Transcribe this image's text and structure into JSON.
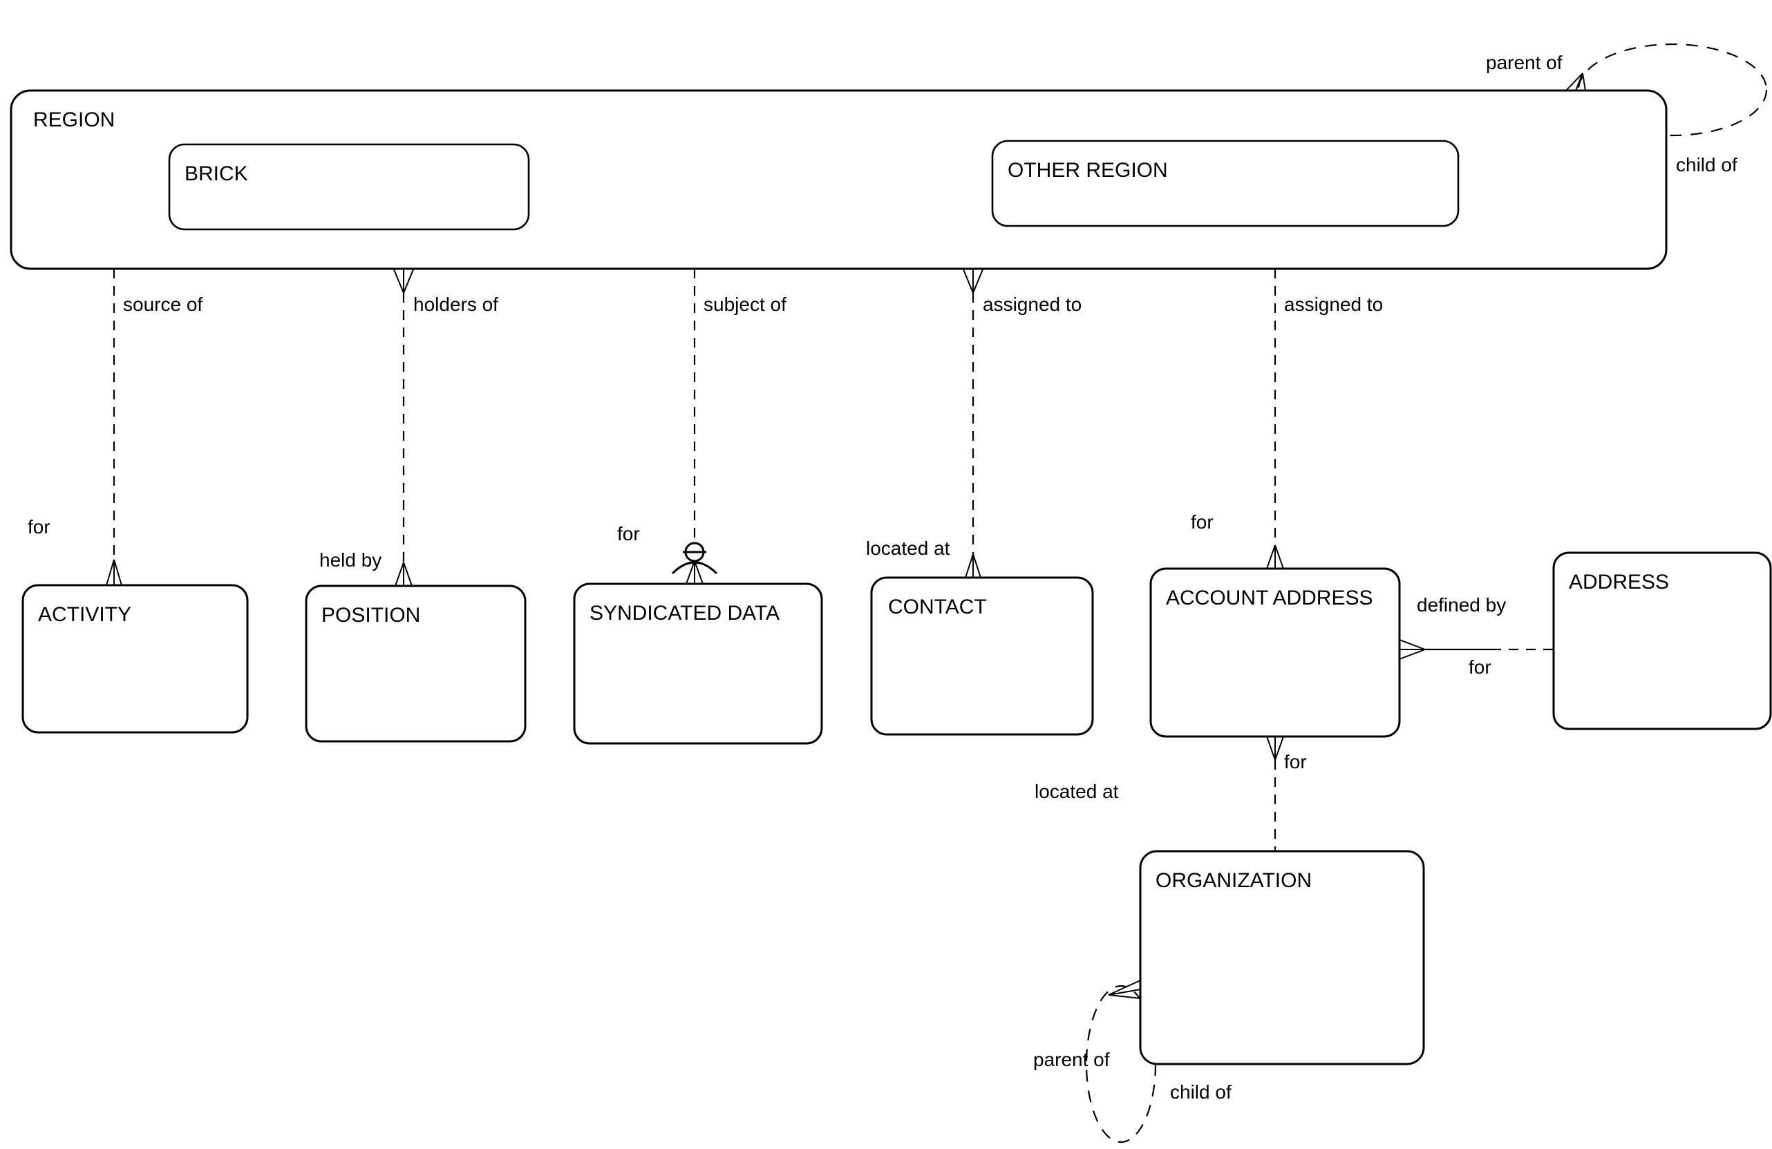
{
  "diagram": {
    "type": "entity-relationship-diagram",
    "colors": {
      "stroke": "#000000",
      "background": "#ffffff"
    },
    "entities": {
      "region": "REGION",
      "brick": "BRICK",
      "other_region": "OTHER REGION",
      "activity": "ACTIVITY",
      "position": "POSITION",
      "syndicated_data": "SYNDICATED DATA",
      "contact": "CONTACT",
      "account_address": "ACCOUNT ADDRESS",
      "address": "ADDRESS",
      "organization": "ORGANIZATION"
    },
    "relationships": {
      "region_activity": {
        "near_region": "source of",
        "near_entity": "for"
      },
      "region_position": {
        "near_region": "holders of",
        "near_entity": "held by"
      },
      "region_syndicated_data": {
        "near_region": "subject of",
        "near_entity": "for"
      },
      "region_contact": {
        "near_region": "assigned to",
        "near_entity": "located at"
      },
      "region_account_address": {
        "near_region": "assigned to",
        "near_entity": "for"
      },
      "account_address_address": {
        "near_account_address": "defined by",
        "near_address": "for"
      },
      "account_address_organization": {
        "near_account_address": "for",
        "near_organization": "located at"
      },
      "region_self": {
        "parent": "parent of",
        "child": "child of"
      },
      "organization_self": {
        "parent": "parent of",
        "child": "child of"
      }
    },
    "icons": {
      "crow_foot": "crow-foot-many-end",
      "circle_bar_arc": "non-transferable-circle-bar-arc-symbol"
    }
  }
}
